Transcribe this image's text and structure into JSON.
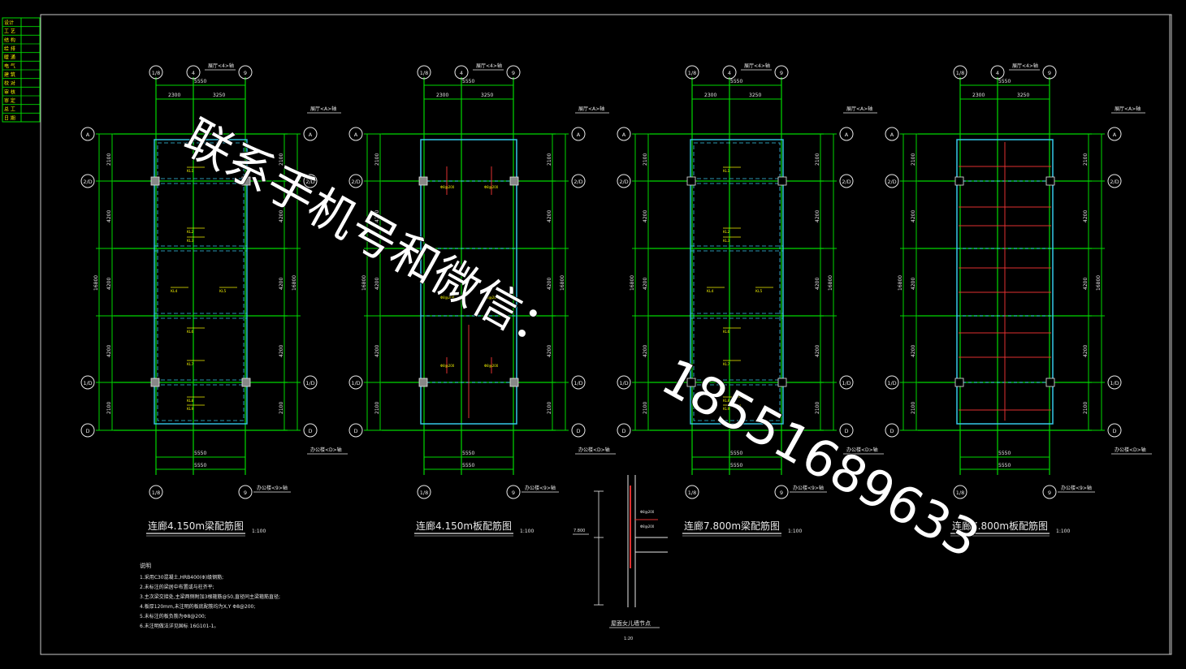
{
  "panels": [
    {
      "title": "连廊4.150m梁配筋图",
      "scale": "1:100"
    },
    {
      "title": "连廊4.150m板配筋图",
      "scale": "1:100"
    },
    {
      "title": "连廊7.800m梁配筋图",
      "scale": "1:100"
    },
    {
      "title": "连廊7.800m板配筋图",
      "scale": "1:100"
    }
  ],
  "axes": {
    "top": [
      "1/8",
      "4",
      "9"
    ],
    "bottom": [
      "1/8",
      "9"
    ],
    "rows": [
      "A",
      "2/D",
      "1/D",
      "D"
    ]
  },
  "dims": {
    "top_span": "5550",
    "top_sub": [
      "2300",
      "3250"
    ],
    "bottom_span": "5550",
    "left": [
      "2100",
      "4200",
      "4200",
      "4200",
      "2100"
    ],
    "total": "16800"
  },
  "tags": {
    "top_right": "展厅<A>轴",
    "top": "展厅<4>轴",
    "bottom_right": "办公楼<D>轴",
    "bottom": "办公楼<9>轴"
  },
  "notes": {
    "heading": "说明",
    "lines": [
      "1.采用C30混凝土,HRB400(Φ)级钢筋;",
      "2.未标注的梁居中布置或与柱齐平;",
      "3.主次梁交接处,主梁两侧附加3根箍筋@50,直径同主梁箍筋直径;",
      "4.板厚120mm,未注明的板底配筋均为X,Y Φ8@200;",
      "5.未标注的板负筋为Φ8@200;",
      "6.未注明做法详见国标 16G101-1。"
    ]
  },
  "detail": {
    "title": "屋面女儿墙节点",
    "scale": "1:20",
    "elev": "7.800"
  },
  "watermark": {
    "line1": "联系手机号和微信：",
    "line2": "18551689633"
  },
  "title_block": [
    "设计",
    "工 艺",
    "结 构",
    "给 排",
    "暖 通",
    "电 气",
    "建 筑",
    "校 对",
    "审 核",
    "审 定",
    "总 工",
    "日 期"
  ],
  "colors": {
    "grid": "#00d800",
    "slab": "#35c8e8",
    "label": "#f0f000",
    "text": "#e8e8e8",
    "rebar": "#e03030",
    "border": "#c8c8c8"
  }
}
